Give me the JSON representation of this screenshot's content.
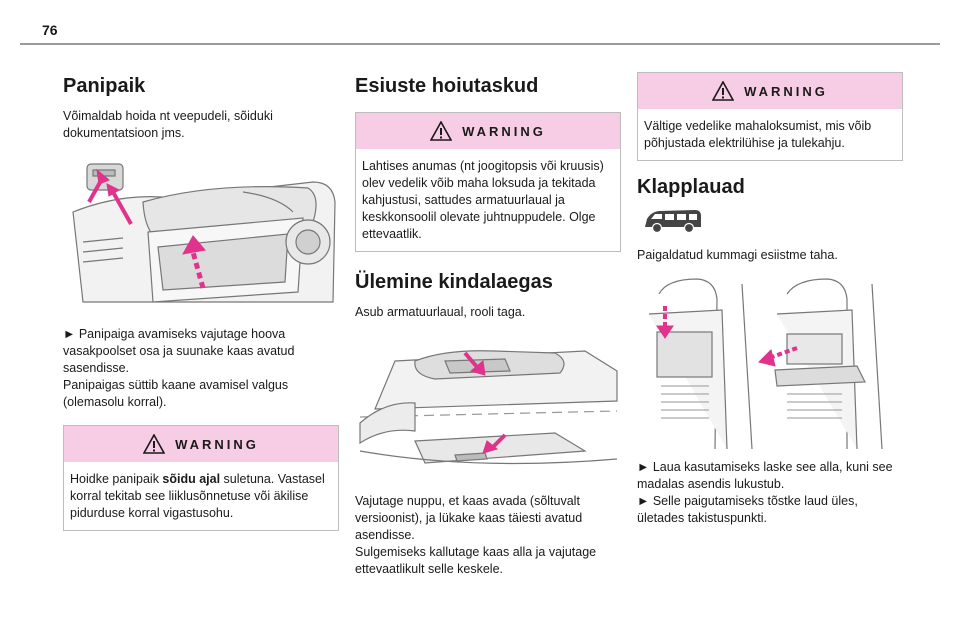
{
  "page": {
    "number": "76"
  },
  "glove": {
    "title": "Panipaik",
    "intro": "Võimaldab hoida nt veepudeli, sõiduki dokumentatsioon jms.",
    "steps": [
      "► Panipaiga avamiseks vajutage hoova vasakpoolset osa ja suunake kaas avatud sasendisse.",
      "Panipaigas süttib kaane avamisel valgus (olemasolu korral)."
    ],
    "warning": {
      "title": "WARNING",
      "text_before": "Hoidke panipaik ",
      "text_bold": "sõidu ajal",
      "text_after": " suletuna. Vastasel korral tekitab see liiklusõnnetuse või äkilise pidurduse korral vigastusohu."
    }
  },
  "front": {
    "title": "Esiuste hoiutaskud",
    "warning": {
      "title": "WARNING",
      "text": "Lahtises anumas (nt joogitopsis või kruusis) olev vedelik võib maha loksuda ja tekitada kahjustusi, sattudes armatuurlaual ja keskkonsoolil olevate juhtnuppudele. Olge ettevaatlik."
    }
  },
  "upper": {
    "title": "Ülemine kindalaegas",
    "intro": "Asub armatuurlaual, rooli taga.",
    "steps": [
      "Vajutage nuppu, et kaas avada (sõltuvalt versioonist), ja lükake kaas täiesti avatud asendisse.",
      "Sulgemiseks kallutage kaas alla ja vajutage ettevaatlikult selle keskele."
    ]
  },
  "table": {
    "warning": {
      "title": "WARNING",
      "text": "Vältige vedelike mahaloksumist, mis võib põhjustada elektrilühise ja tulekahju."
    },
    "title": "Klapplauad",
    "intro": "Paigaldatud kummagi esiistme taha.",
    "steps": [
      "► Laua kasutamiseks laske see alla, kuni see madalas asendis lukustub.",
      "► Selle paigutamiseks tõstke laud üles, ületades takistuspunkti."
    ]
  },
  "colors": {
    "warning_bg": "#f7cde6",
    "arrow": "#e0338c",
    "rule": "#9a9a9a"
  }
}
